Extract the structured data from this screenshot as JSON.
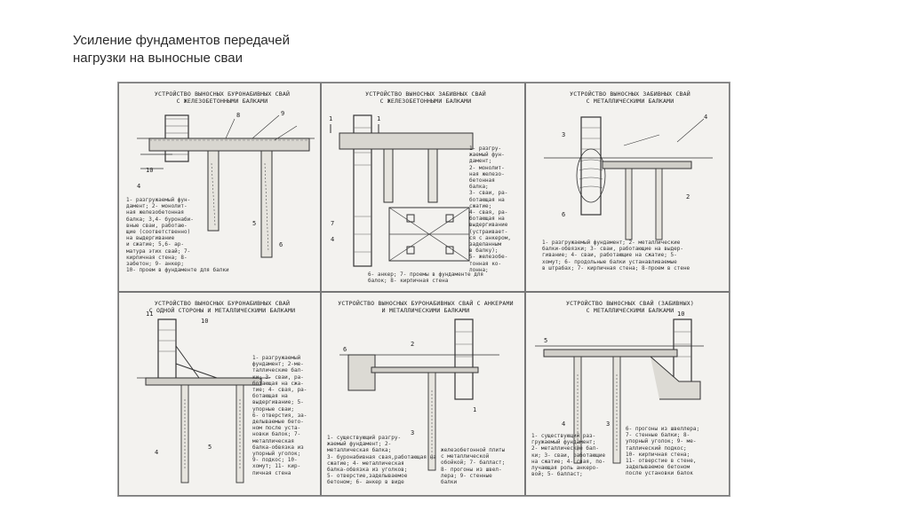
{
  "slide": {
    "title_line1": "Усиление фундаментов передачей",
    "title_line2": "нагрузки на выносные сваи"
  },
  "figure": {
    "panels": [
      {
        "title_line1": "Устройство выносных буронабивных свай",
        "title_line2": "с железобетонными балками",
        "legend": "1- разгружаемый фун-\nдамент; 2- монолит-\nная железобетонная\nбалка; 3,4- буронаби-\nвные сваи, работаю-\nщие (соответственно)\nна выдергивание\nи сжатие; 5,6- ар-\nматура этих свай; 7-\nкирпичная стена; 8-\nзабетон; 9- анкер;\n10- проем в фундаменте для балки"
      },
      {
        "title_line1": "Устройство выносных забивных свай",
        "title_line2": "с железобетонными балками",
        "legend": "1- разгру-\nжаемый фун-\nдамент;\n2- монолит-\nная железо-\nбетонная\nбалка;\n3- сваи, ра-\nботающая на\nсжатие;\n4- свая, ра-\nботающая на\nвыдергивание\n(устраивает-\nся с анкером,\nзаделанным\nв балку);\n5- железобе-\nтонная ко-\nлонна;",
        "legend2": "6- анкер; 7- проемы в фундаменте для\nбалок; 8- кирпичная стена"
      },
      {
        "title_line1": "Устройство выносных забивных свай",
        "title_line2": "с металлическими балками",
        "legend": "1- разгружаемый фундамент; 2- металлические\nбалки-обвязки; 3- сваи, работающие на выдер-\nгивание; 4- сваи, работающие на сжатие; 5-\nхомут; 6- продольные балки устанавливаемые\nв штрабах; 7- кирпичная стена; 8-проем в стене"
      },
      {
        "title_line1": "Устройство выносных буронабивных свай",
        "title_line2": "с одной стороны и металлическими балками",
        "legend": "1- разгружаемый\nфундамент; 2-ме-\nталлические бал-\nки; 3- сваи, ра-\nботающая на сжа-\nтие; 4- свая, ра-\nботающая на\nвыдергивание; 5-\nупорные сваи;\n6- отверстия, за-\nделываемые бето-\nном после уста-\nновки балок; 7-\nметаллическая\nбалка-обвязка из\nупорный уголок;\n9- подкос; 10-\nхомут; 11- кир-\nпичная стена"
      },
      {
        "title_line1": "Устройство выносных буронабивных свай с анкерами",
        "title_line2": "и металлическими балками",
        "legend": "1- существующий разгру-\nжаемый фундамент; 2-\nметаллическая балка;\n3- буронабивная свая,работающая на\nсжатие; 4- металлическая\nбалка-обвязка из уголков;\n5- отверстие,заделываемое\nбетоном; 6- анкер в виде",
        "legend2": "железобетонной плиты\nс металлической\nобойкой; 7- балласт;\n8- прогоны из швел-\nлера; 9- стенные\nбалки"
      },
      {
        "title_line1": "Устройство выносных свай (забивных)",
        "title_line2": "с металлическими балками",
        "legend": "1- существующий раз-\nгружаемый фундамент;\n2- металлические бал-\nки; 3- сваи, работающие\nна сжатие; 4- свая, по-\nлучающая роль анкеро-\nвой; 5- балласт;",
        "legend2": "6- прогоны из швеллера;\n7- стенные балки; 8-\nупорный уголок; 9- ме-\nталлический подкос;\n10- кирпичная стена;\n11- отверстие в стене,\nзаделываемое бетоном\nпосле установки балок"
      }
    ]
  }
}
